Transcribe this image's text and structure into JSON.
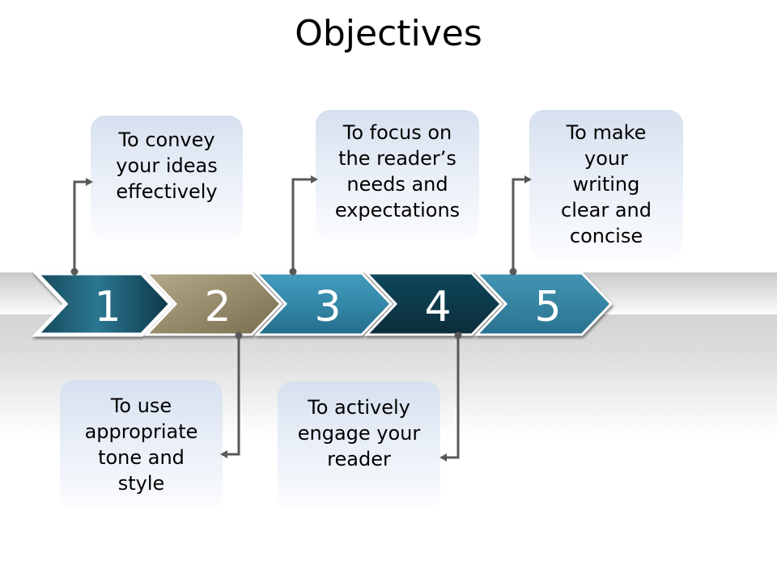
{
  "title": "Objectives",
  "steps": [
    {
      "number": "1",
      "callout": "top",
      "label": "To convey\nyour ideas\neffectively",
      "fill": {
        "from": "#16485a",
        "mid": "#2b7791",
        "to": "#0d3746"
      }
    },
    {
      "number": "2",
      "callout": "bottom",
      "label": "To use\nappropriate\ntone and\nstyle",
      "fill": {
        "from": "#b2aa8a",
        "mid": "#968c6c",
        "to": "#776c4e"
      }
    },
    {
      "number": "3",
      "callout": "top",
      "label": "To focus on\nthe reader’s\nneeds and\nexpectations",
      "fill": {
        "from": "#439cbe",
        "mid": "#3488a9",
        "to": "#256c8a"
      }
    },
    {
      "number": "4",
      "callout": "bottom",
      "label": "To actively\nengage your\nreader",
      "fill": {
        "from": "#12485c",
        "mid": "#0d3a4b",
        "to": "#082c39"
      }
    },
    {
      "number": "5",
      "callout": "top",
      "label": "To make\nyour\nwriting\nclear and\nconcise",
      "fill": {
        "from": "#4294b3",
        "mid": "#3684a2",
        "to": "#2a7190"
      }
    }
  ],
  "colors": {
    "connector": "#595959",
    "number_text": "#ffffff",
    "callout_top": "#d6e0ef",
    "callout_bottom": "#fbfcfe",
    "title_text": "#000000"
  }
}
